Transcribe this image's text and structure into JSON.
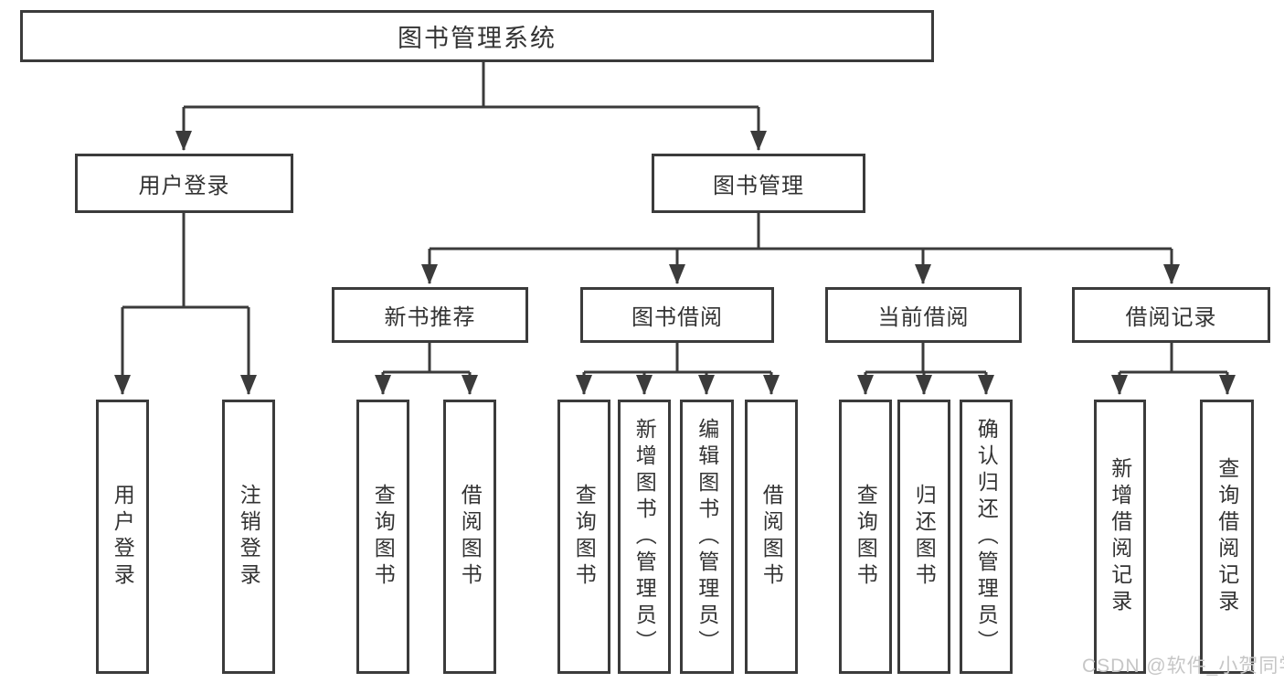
{
  "hierarchy": {
    "label": "图书管理系统",
    "children": [
      {
        "label": "用户登录",
        "children": [
          {
            "label": "用户登录"
          },
          {
            "label": "注销登录"
          }
        ]
      },
      {
        "label": "图书管理",
        "children": [
          {
            "label": "新书推荐",
            "children": [
              {
                "label": "查询图书"
              },
              {
                "label": "借阅图书"
              }
            ]
          },
          {
            "label": "图书借阅",
            "children": [
              {
                "label": "查询图书"
              },
              {
                "label": "新增图书（管理员）"
              },
              {
                "label": "编辑图书（管理员）"
              },
              {
                "label": "借阅图书"
              }
            ]
          },
          {
            "label": "当前借阅",
            "children": [
              {
                "label": "查询图书"
              },
              {
                "label": "归还图书"
              },
              {
                "label": "确认归还（管理员）"
              }
            ]
          },
          {
            "label": "借阅记录",
            "children": [
              {
                "label": "新增借阅记录"
              },
              {
                "label": "查询借阅记录"
              }
            ]
          }
        ]
      }
    ]
  },
  "watermark": "CSDN @软件_小贺同学",
  "colors": {
    "line": "#3b3b3b",
    "text": "#333333",
    "watermark": "#c6c6c6",
    "background": "#ffffff"
  }
}
